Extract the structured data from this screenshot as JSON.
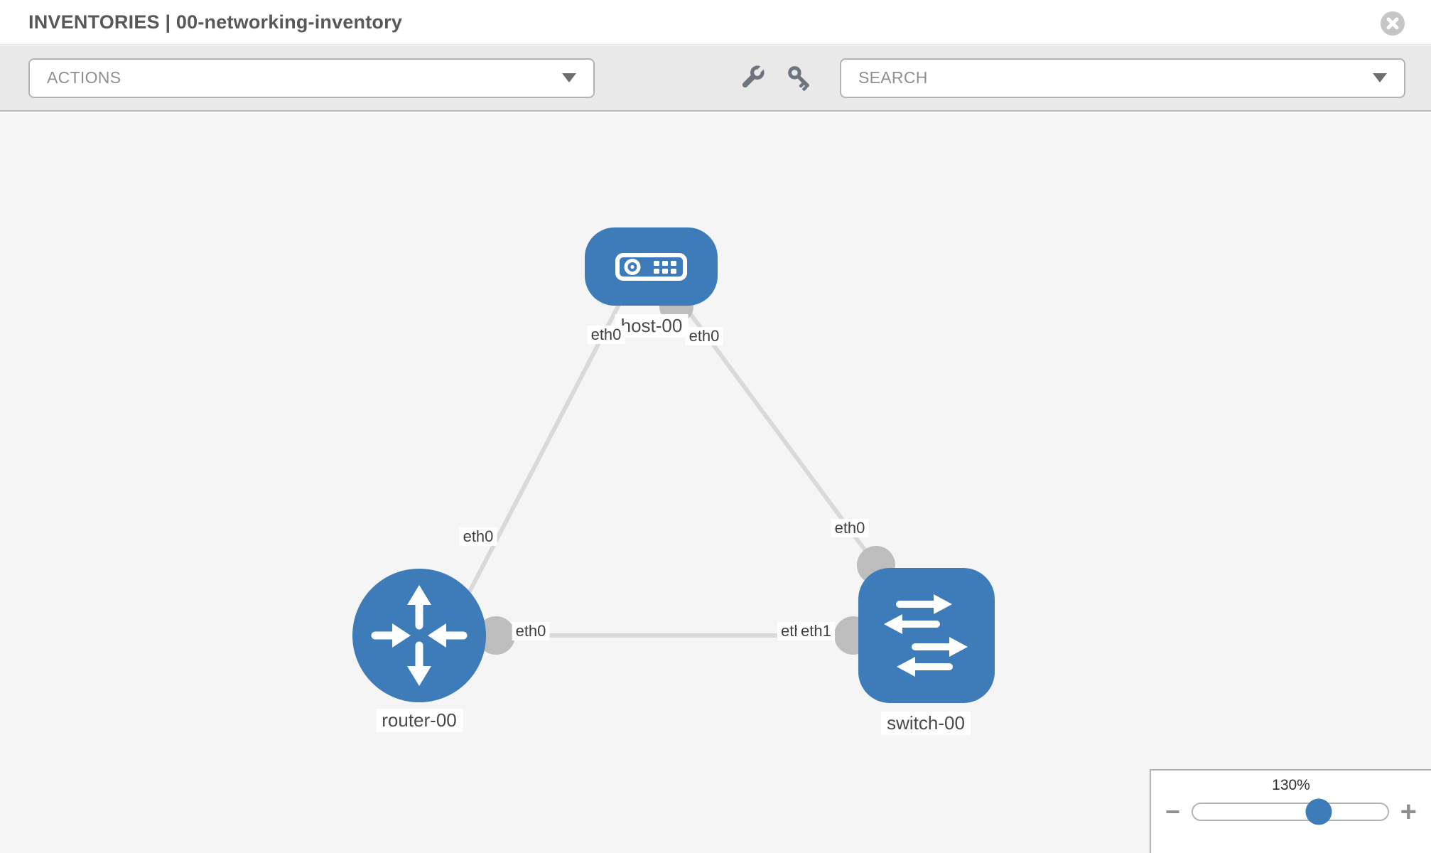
{
  "header": {
    "title": "INVENTORIES | 00-networking-inventory"
  },
  "toolbar": {
    "actions_label": "ACTIONS",
    "search_label": "SEARCH"
  },
  "diagram": {
    "nodes": [
      {
        "id": "host-00",
        "type": "host",
        "label": "host-00"
      },
      {
        "id": "router-00",
        "type": "router",
        "label": "router-00"
      },
      {
        "id": "switch-00",
        "type": "switch",
        "label": "switch-00"
      }
    ],
    "links": [
      {
        "from": "host-00",
        "to": "router-00",
        "from_interface": "eth0",
        "to_interface": "eth0"
      },
      {
        "from": "host-00",
        "to": "switch-00",
        "from_interface": "eth0",
        "to_interface": "eth0"
      },
      {
        "from": "router-00",
        "to": "switch-00",
        "from_interface": "eth0",
        "to_interface": "eth1",
        "obscured_interface_label": "eth0"
      }
    ]
  },
  "zoom_control": {
    "level": "130%",
    "minus_glyph": "−",
    "plus_glyph": "+"
  },
  "icons": {
    "close": "x-in-circle",
    "wrench": "wrench",
    "key": "key",
    "dropdown": "triangle-down"
  },
  "colors": {
    "node_blue": "#3d7cb8",
    "link_gray": "#d9d9d9",
    "connector_gray": "#bdbdbd",
    "canvas_bg": "#f5f5f5",
    "toolbar_bg": "#e9e9e9"
  }
}
